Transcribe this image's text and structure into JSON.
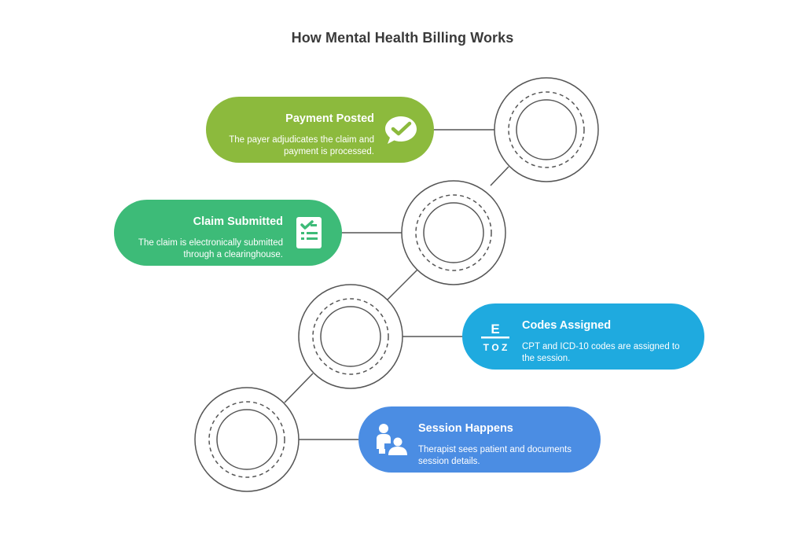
{
  "title": "How Mental Health Billing Works",
  "steps": [
    {
      "title": "Payment Posted",
      "desc1": "The payer adjudicates the claim and",
      "desc2": "payment is processed.",
      "color": "#8cba3d",
      "icon": "check-bubble-icon"
    },
    {
      "title": "Claim Submitted",
      "desc1": "The claim is electronically submitted",
      "desc2": "through a clearinghouse.",
      "color": "#3dbb78",
      "icon": "checklist-document-icon"
    },
    {
      "title": "Codes Assigned",
      "desc1": "CPT and ICD-10 codes are assigned to",
      "desc2": "the session.",
      "color": "#1faadf",
      "icon": "code-chart-icon",
      "icon_text_top": "E",
      "icon_text_bottom": "T O Z"
    },
    {
      "title": "Session Happens",
      "desc1": "Therapist sees patient and documents",
      "desc2": "session details.",
      "color": "#4b8de3",
      "icon": "therapist-patient-icon"
    }
  ]
}
